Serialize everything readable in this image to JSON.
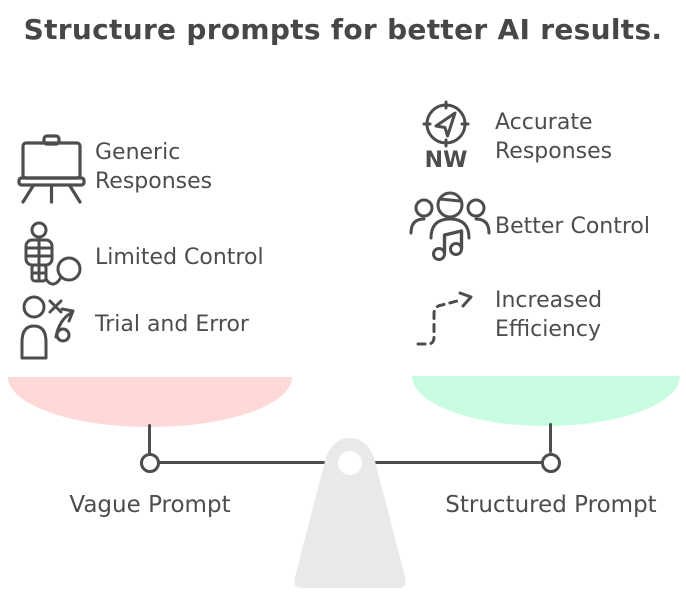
{
  "title": "Structure prompts for better AI results.",
  "left_items": [
    {
      "icon": "easel-icon",
      "label": "Generic Responses"
    },
    {
      "icon": "ball-and-chain-icon",
      "label": "Limited Control"
    },
    {
      "icon": "trial-and-error-icon",
      "label": "Trial and Error"
    }
  ],
  "right_items": [
    {
      "icon": "compass-icon",
      "icon_caption": "NW",
      "label": "Accurate Responses"
    },
    {
      "icon": "team-music-icon",
      "label": "Better Control"
    },
    {
      "icon": "dashed-arrow-icon",
      "label": "Increased Efficiency"
    }
  ],
  "scale": {
    "left_label": "Vague Prompt",
    "right_label": "Structured Prompt"
  },
  "colors": {
    "ink": "#4d4d4d",
    "title_ink": "#474747",
    "pan_pink": "#ffd8d8",
    "pan_green": "#c8fde2",
    "fulcrum_gray": "#e9e9e9"
  }
}
